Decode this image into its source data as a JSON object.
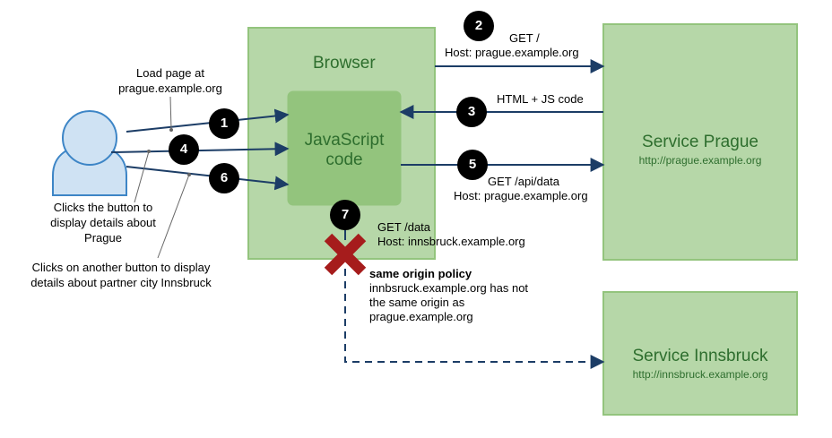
{
  "browser": {
    "title": "Browser"
  },
  "js": {
    "line1": "JavaScript",
    "line2": "code"
  },
  "prague": {
    "title": "Service Prague",
    "url": "http://prague.example.org"
  },
  "innsbruck": {
    "title": "Service Innsbruck",
    "url": "http://innsbruck.example.org"
  },
  "steps": [
    "1",
    "2",
    "3",
    "4",
    "5",
    "6",
    "7"
  ],
  "user_notes": {
    "load_line1": "Load page at",
    "load_line2": "prague.example.org",
    "click1_line1": "Clicks the button to",
    "click1_line2": "display details about",
    "click1_line3": "Prague",
    "click2_line1": "Clicks on another button to display",
    "click2_line2": "details about partner city Innsbruck"
  },
  "requests": {
    "r2_line1": "GET /",
    "r2_line2": "Host: prague.example.org",
    "r3": "HTML + JS code",
    "r5_line1": "GET /api/data",
    "r5_line2": "Host: prague.example.org",
    "r7_line1": "GET /data",
    "r7_line2": "Host: innsbruck.example.org"
  },
  "policy": {
    "title": "same origin policy",
    "line1": "innbsruck.example.org has not",
    "line2": "the same origin as",
    "line3": "prague.example.org"
  },
  "colors": {
    "box_fill": "#b6d7a8",
    "box_stroke": "#93c47d",
    "js_fill": "#93c47d",
    "arrow": "#1c3d66",
    "user_fill": "#cfe2f3",
    "user_stroke": "#3d85c6",
    "cross": "#a61c1c"
  }
}
